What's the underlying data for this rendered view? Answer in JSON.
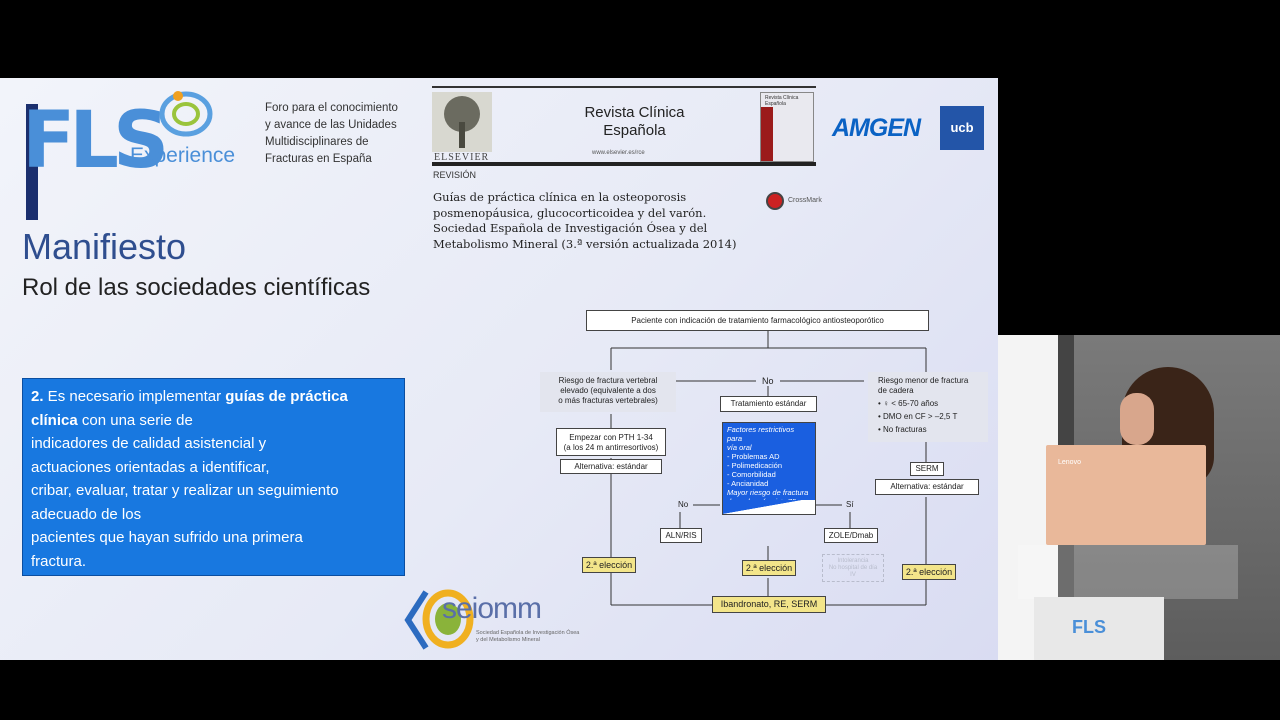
{
  "header": {
    "fls_letters": "FLS",
    "fls_experience": "Experience",
    "forum_text": [
      "Foro para el conocimiento",
      "y avance de las Unidades",
      "Multidisciplinares de",
      "Fracturas en España"
    ],
    "amgen": "AMGEN",
    "ucb": "ucb"
  },
  "slide": {
    "title": "Manifiesto",
    "subtitle": "Rol de las sociedades científicas",
    "box": {
      "line1_num": "2.",
      "line1_pre": " Es necesario implementar ",
      "line1_bold": "guías de práctica",
      "line2_bold": "clínica",
      "line2_rest": " con una serie de",
      "line3": "indicadores de calidad asistencial y",
      "line4": "actuaciones orientadas a identificar,",
      "line5": "cribar, evaluar, tratar y realizar un seguimiento",
      "line6": "adecuado de los",
      "line7": "pacientes que hayan sufrido una primera",
      "line8": "fractura."
    }
  },
  "journal": {
    "publisher": "ELSEVIER",
    "name_line1": "Revista Clínica",
    "name_line2": "Española",
    "url": "www.elsevier.es/rce",
    "cover_text": "Revista Clínica Española",
    "section": "REVISIÓN",
    "article_title": [
      "Guías de práctica clínica en la osteoporosis",
      "posmenopáusica, glucocorticoidea y del varón.",
      "Sociedad Española de Investigación Ósea y del",
      "Metabolismo Mineral (3.ª versión actualizada 2014)"
    ],
    "crossmark": "CrossMark"
  },
  "flowchart": {
    "top": "Paciente con indicación de tratamiento farmacológico antiosteoporótico",
    "left_risk": [
      "Riesgo de fractura vertebral",
      "elevado (equivalente a dos",
      "o más fracturas vertebrales)"
    ],
    "no_top": "No",
    "right_risk": [
      "Riesgo menor de fractura",
      "de cadera",
      "• ♀ < 65-70 años",
      "• DMO en CF > –2,5 T",
      "• No fracturas"
    ],
    "pth": [
      "Empezar con PTH 1-34",
      "(a los 24 m antirresortivos)"
    ],
    "alt_left": "Alternativa: estándar",
    "standard": "Tratamiento estándar",
    "factors_title": [
      "Factores restrictivos para",
      "vía oral"
    ],
    "factors": [
      "- Problemas AD",
      "- Polimedicación",
      "- Comorbilidad",
      "- Ancianidad"
    ],
    "factors_extra": [
      "Mayor riesgo de fractura",
      "de cadera (p.ej. > 75 años)"
    ],
    "serm": "SERM",
    "alt_right": "Alternativa: estándar",
    "no_mid": "No",
    "si_mid": "Sí",
    "aln": "ALN/RIS",
    "zole": "ZOLE/Dmab",
    "eleccion_left": "2.ª elección",
    "eleccion_mid": "2.ª elección",
    "eleccion_right": "2.ª elección",
    "faded": [
      "Intolerancia",
      "No hospital de día",
      "IV"
    ],
    "bottom": "Ibandronato, RE, SERM"
  },
  "seiomm": {
    "name": "seiomm",
    "caption": [
      "Sociedad Española de Investigación Ósea",
      "y del Metabolismo Mineral"
    ]
  },
  "camera": {
    "laptop_brand": "Lenovo",
    "podium_logo": "FLS"
  }
}
